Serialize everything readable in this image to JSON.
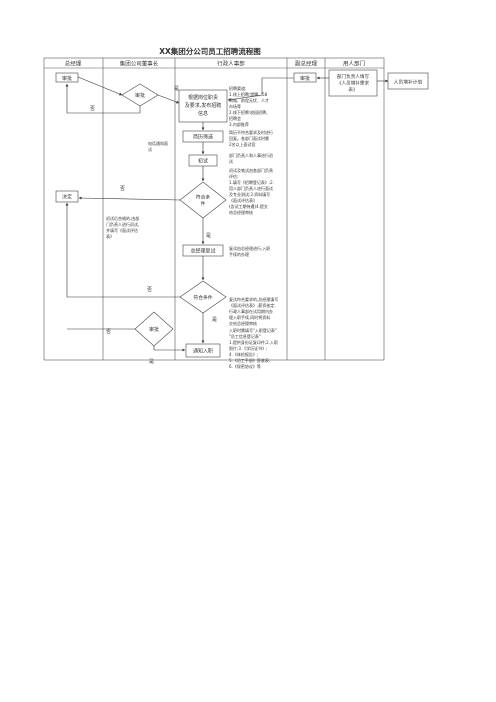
{
  "title": "XX集团分公司员工招聘流程图",
  "lanes": [
    "总经理",
    "集团公司董事长",
    "行政人事部",
    "副总经理",
    "用人部门"
  ],
  "nodes": {
    "approve_gm_top": "审批",
    "approve_vp_top": "审批",
    "approve_chair": "审批",
    "dept_request": [
      "部门负责人填写",
      "《人员增补需求",
      "表》"
    ],
    "hr_plan": "人员增补计划",
    "make_plan": [
      "根据岗位职责",
      "及要求,发布招聘",
      "信息"
    ],
    "screen": "简历筛选",
    "first_test": "初试",
    "qualify": [
      "符合条",
      "件"
    ],
    "gm_retest": "总经理复试",
    "hire_qualify": "符合条件",
    "notify": "通知入职",
    "gm_decide": "决定"
  },
  "labels": {
    "yes1": "是",
    "no1": "否",
    "no2": "否",
    "yes2": "是",
    "no3": "否",
    "yes3": "是",
    "no4": "否",
    "yes4": "是"
  },
  "notes": {
    "channels": [
      "招聘渠道:",
      "1.线上招聘:猎聘、58",
      "同城、前程无忧、人才",
      "市场等",
      "2.线下招聘:校园招聘、",
      "招聘会",
      "3.内部推荐"
    ],
    "screen_note": [
      "简历不符合要求及时进行",
      "回复。各部门面试时需",
      "2名以上面试官"
    ],
    "phone_note": [
      "电话通知面",
      "试"
    ],
    "first_note": [
      "部门负责人和人事进行初",
      "试"
    ],
    "criteria": [
      "初试及笔试由各部门负责",
      "评估:",
      "1.填写《招聘登记表》;2.",
      "用人部门负责人进行面试",
      "及专业测试;3.资料填写",
      "《面试评估表》",
      "(含试工期待遇)4.提交",
      "给总经理审核"
    ],
    "side_note": [
      "初试后合格的,由部",
      "门负责人进行初试,",
      "并填写《面试评估",
      "表》"
    ],
    "retest_note": [
      "复试由总经理进行,入职",
      "手续的办理"
    ],
    "hire_note": [
      "复试符合要求的,总经理填写",
      "《面试评估表》,薪资核定:",
      "行政人事部在试用期内办",
      "理入职手续,同时将资料",
      "交给总经理审核"
    ],
    "notify_note": [
      "入职时需填写\"入职登记表\"",
      "\"员工信息登记表\"",
      "1.提供身份证复印件;2.入职",
      "照片;3.《学历证书》;",
      "4.《体检报告》;",
      "5.《员工手册》签收表;",
      "6.《保密协议》等"
    ]
  }
}
